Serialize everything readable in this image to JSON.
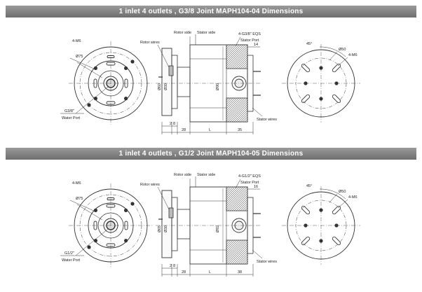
{
  "sections": [
    {
      "title": "1 inlet 4 outlets , G3/8 Joint    MAPH104-04 Dimensions",
      "labels": {
        "holes_left": "4-M6",
        "dia_left": "Ø75",
        "port_thread": "G3/8\"",
        "water_port": "Water Port",
        "rotor_wires": "Rotor wires",
        "rotor_side": "Rotor side",
        "stator_side": "Stator side",
        "port_callout": "4-G3/8\" EQS",
        "stator_port": "Stator Port",
        "dim_top": "14",
        "dia_small": "Ø60",
        "dia_mid": "Ø30",
        "dia_main": "Ø90",
        "dim_2": "2",
        "dim_8": "8",
        "dim_28": "28",
        "dim_L": "L",
        "dim_35": "35",
        "stator_wires": "Stator wires",
        "angle": "45°",
        "dia_right": "Ø50",
        "holes_right": "4-M6"
      }
    },
    {
      "title": "1 inlet 4 outlets , G1/2 Joint    MAPH104-05 Dimensions",
      "labels": {
        "holes_left": "4-M6",
        "dia_left": "Ø75",
        "port_thread": "G1/2\"",
        "water_port": "Water Port",
        "rotor_wires": "Rotor wires",
        "rotor_side": "Rotor side",
        "stator_side": "Stator side",
        "port_callout": "4-G1/2\" EQS",
        "stator_port": "Stator Port",
        "dim_top": "16",
        "dia_small": "Ø65",
        "dia_mid": "Ø30",
        "dia_main": "Ø92",
        "dim_2": "2",
        "dim_8": "8",
        "dim_28": "28",
        "dim_L": "L",
        "dim_35": "38",
        "stator_wires": "Stator wires",
        "angle": "45°",
        "dia_right": "Ø50",
        "holes_right": "4-M6"
      }
    }
  ]
}
